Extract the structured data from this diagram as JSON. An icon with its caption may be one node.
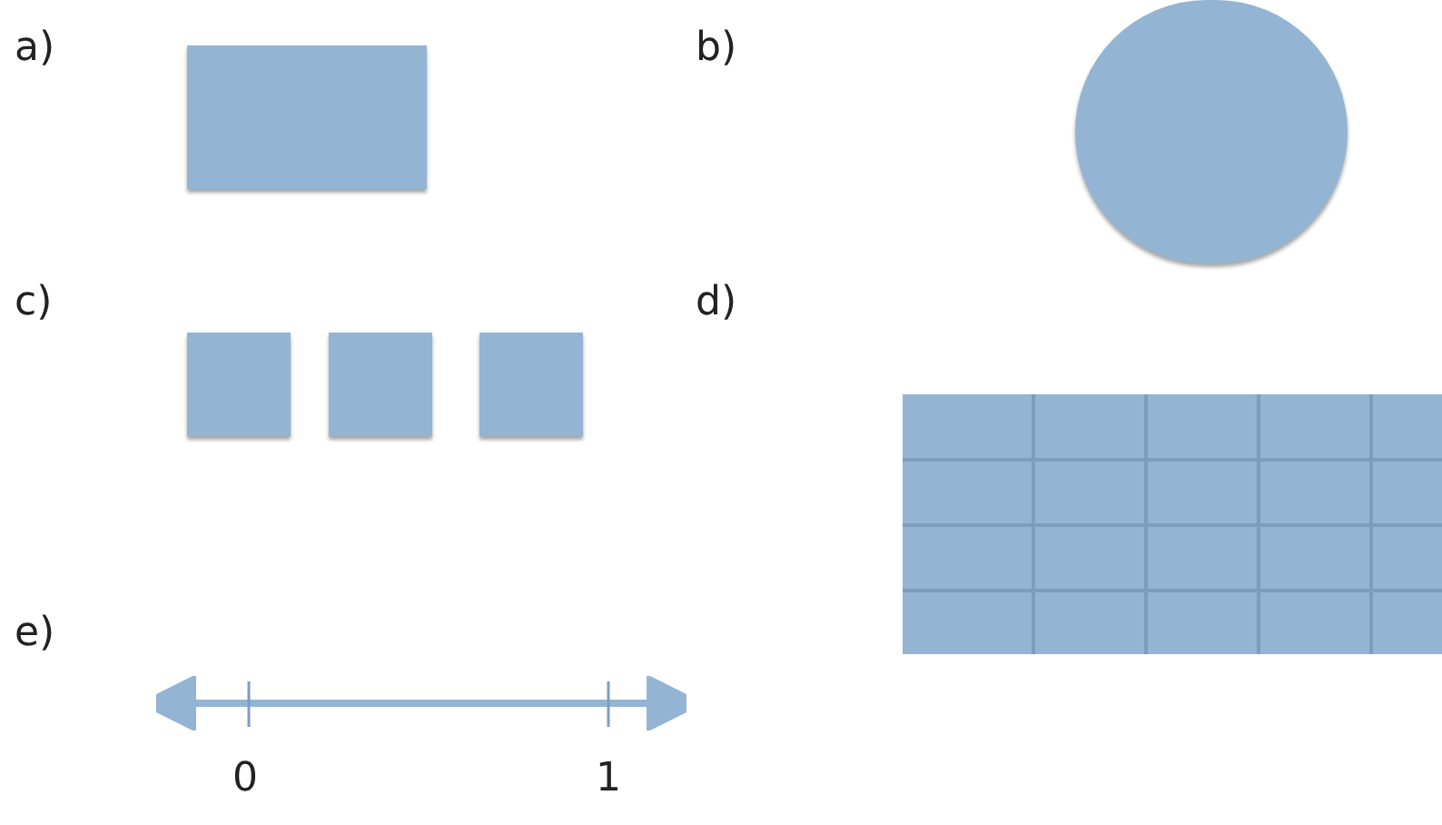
{
  "diagram": {
    "nodes": [
      {
        "text": [],
        "shape": "box"
      },
      {
        "text": [],
        "shape": "circle"
      },
      {
        "text": [],
        "shape": "box"
      },
      {
        "text": [],
        "shape": "box"
      },
      {
        "text": [],
        "shape": "box"
      },
      {
        "text": [],
        "shape": "grid"
      }
    ],
    "labels": [
      "a)",
      "b)",
      "c)",
      "d)",
      "e)",
      "0",
      "1"
    ]
  }
}
